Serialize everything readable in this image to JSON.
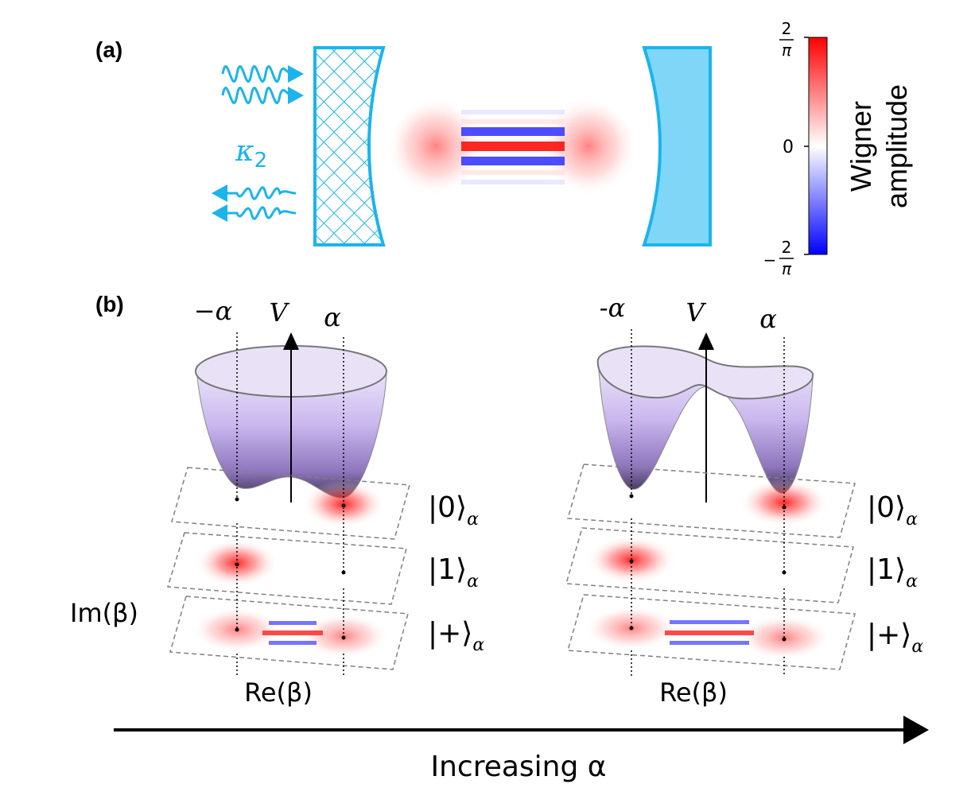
{
  "panel_a": {
    "label": "(a)",
    "loss_rate_label": "κ",
    "loss_rate_sub": "2"
  },
  "colorbar": {
    "title_line1": "Wigner",
    "title_line2": "amplitude",
    "tick_top_num": "2",
    "tick_top_den": "π",
    "tick_mid": "0",
    "tick_bottom_sign": "−",
    "tick_bottom_num": "2",
    "tick_bottom_den": "π",
    "color_max": "#ff0000",
    "color_zero": "#ffffff",
    "color_min": "#0000ff"
  },
  "panel_b": {
    "label": "(b)",
    "left": {
      "neg_alpha": "−α",
      "potential": "V",
      "pos_alpha": "α",
      "im_label": "Im(β)",
      "re_label": "Re(β)"
    },
    "right": {
      "neg_alpha": "-α",
      "potential": "V",
      "pos_alpha": "α",
      "re_label": "Re(β)"
    },
    "kets": [
      {
        "text": "|0⟩",
        "sub": "α"
      },
      {
        "text": "|1⟩",
        "sub": "α"
      },
      {
        "text": "|+⟩",
        "sub": "α"
      }
    ],
    "arrow_label": "Increasing α"
  },
  "colors": {
    "mirror": "#1bb4eb",
    "mirror_fill": "#7fd6f7",
    "potential_top": "#e9e2f7",
    "potential_bottom": "#4a3a63",
    "wigner_positive": "#ff0000",
    "wigner_negative": "#0000ff"
  }
}
